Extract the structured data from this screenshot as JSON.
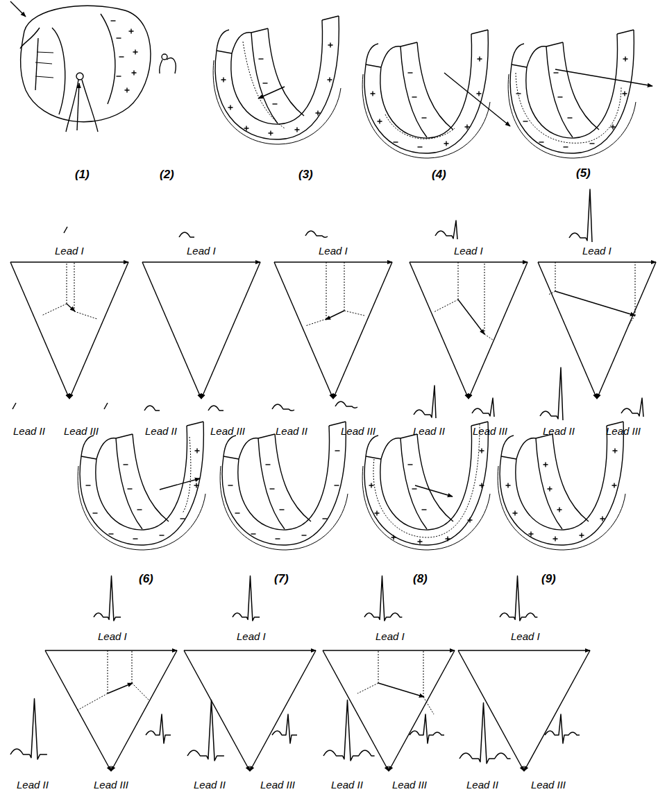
{
  "diagram": {
    "labels": [
      "(1)",
      "(2)",
      "(3)",
      "(4)",
      "(5)",
      "Lead I",
      "Lead II",
      "Lead III",
      "Lead I",
      "Lead II",
      "Lead III",
      "Lead I",
      "Lead II",
      "Lead III",
      "Lead I",
      "Lead II",
      "Lead III",
      "Lead I",
      "Lead II",
      "Lead III",
      "(6)",
      "(7)",
      "(8)",
      "(9)",
      "Lead I",
      "Lead II",
      "Lead III",
      "Lead I",
      "Lead II",
      "Lead III",
      "Lead I",
      "Lead II",
      "Lead III",
      "Lead I",
      "Lead II",
      "Lead III"
    ]
  }
}
